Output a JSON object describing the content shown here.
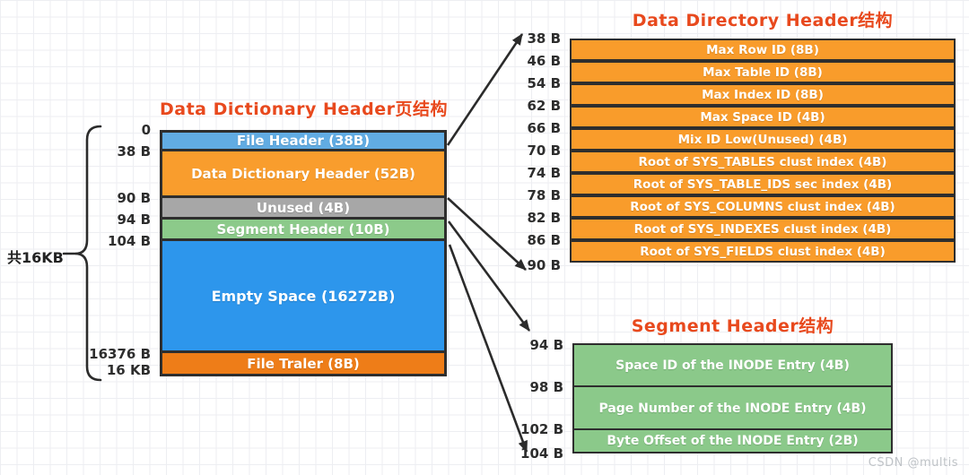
{
  "left_diagram": {
    "title": "Data Dictionary Header页结构",
    "total_label": "共16KB",
    "blocks": [
      {
        "label": "File Header (38B)"
      },
      {
        "label": "Data Dictionary Header (52B)"
      },
      {
        "label": "Unused (4B)"
      },
      {
        "label": "Segment Header (10B)"
      },
      {
        "label": "Empty Space (16272B)"
      },
      {
        "label": "File Traler (8B)"
      }
    ],
    "offsets": [
      "0",
      "38 B",
      "90 B",
      "94 B",
      "104 B",
      "16376 B",
      "16 KB"
    ]
  },
  "data_directory_table": {
    "title": "Data Directory Header结构",
    "rows": [
      {
        "label": "Max Row ID (8B)"
      },
      {
        "label": "Max Table ID (8B)"
      },
      {
        "label": "Max Index ID (8B)"
      },
      {
        "label": "Max Space ID (4B)"
      },
      {
        "label": "Mix ID Low(Unused) (4B)"
      },
      {
        "label": "Root of SYS_TABLES clust index (4B)"
      },
      {
        "label": "Root of SYS_TABLE_IDS sec index (4B)"
      },
      {
        "label": "Root of SYS_COLUMNS clust index (4B)"
      },
      {
        "label": "Root of SYS_INDEXES clust index (4B)"
      },
      {
        "label": "Root of SYS_FIELDS clust index (4B)"
      }
    ],
    "offsets": [
      "38 B",
      "46 B",
      "54 B",
      "62 B",
      "66 B",
      "70 B",
      "74 B",
      "78 B",
      "82 B",
      "86 B",
      "90 B"
    ]
  },
  "segment_table": {
    "title": "Segment Header结构",
    "rows": [
      {
        "label": "Space ID of the INODE Entry (4B)"
      },
      {
        "label": "Page Number of the INODE Entry (4B)"
      },
      {
        "label": "Byte Offset of the INODE Entry (2B)"
      }
    ],
    "offsets": [
      "94 B",
      "98 B",
      "102 B",
      "104 B"
    ]
  },
  "colors": {
    "title_accent": "#e8491d",
    "file_header_blue": "#61ace3",
    "dictionary_orange": "#f99c2b",
    "unused_gray": "#a7a7a7",
    "segment_green": "#8bc98a",
    "empty_space_blue": "#2d96ec",
    "trailer_orange": "#ee7d18",
    "line_dark": "#2b2b2b"
  },
  "watermark": "CSDN @multis"
}
